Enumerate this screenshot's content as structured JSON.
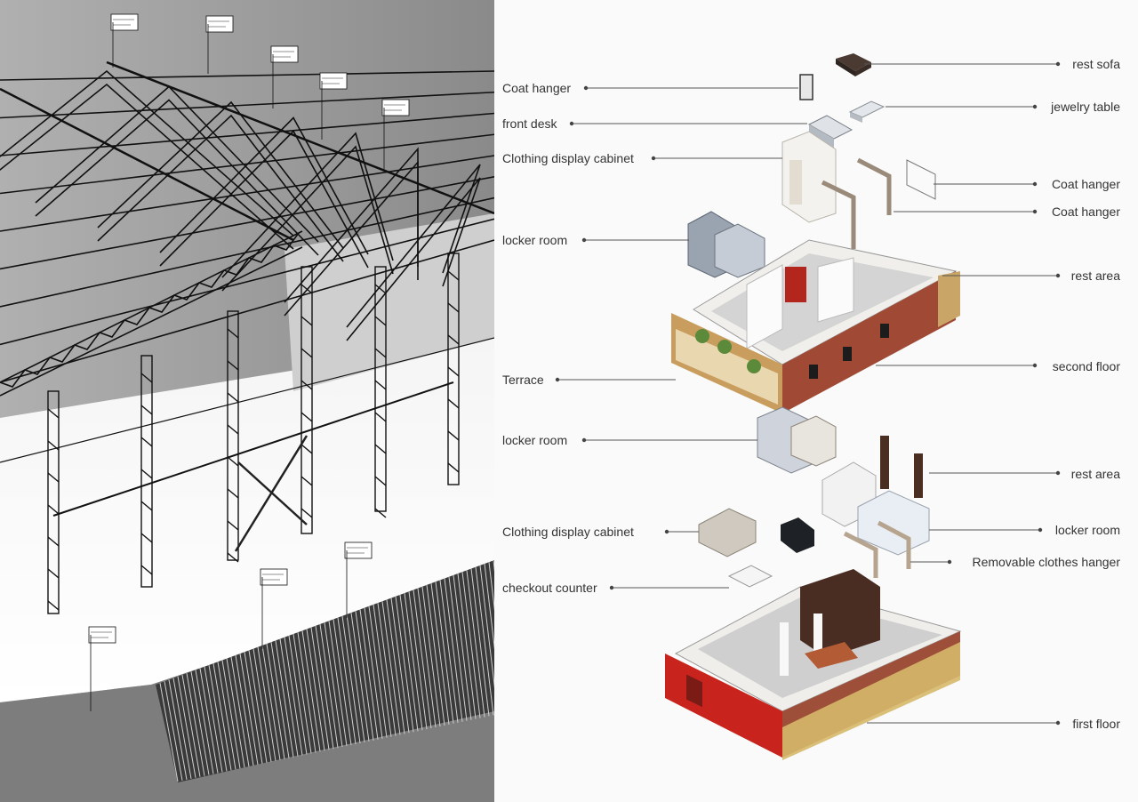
{
  "structure": {
    "tags": [
      "",
      "",
      "",
      "",
      "",
      "",
      "",
      ""
    ]
  },
  "labels": {
    "left": [
      {
        "id": "coat-hanger-top",
        "text": "Coat hanger"
      },
      {
        "id": "front-desk",
        "text": "front desk"
      },
      {
        "id": "clothing-display-cabinet-top",
        "text": "Clothing display cabinet"
      },
      {
        "id": "locker-room-top",
        "text": "locker room"
      },
      {
        "id": "terrace",
        "text": "Terrace"
      },
      {
        "id": "locker-room-mid",
        "text": "locker room"
      },
      {
        "id": "clothing-display-cabinet-bottom",
        "text": "Clothing display cabinet"
      },
      {
        "id": "checkout-counter",
        "text": "checkout counter"
      }
    ],
    "right": [
      {
        "id": "rest-sofa",
        "text": "rest sofa"
      },
      {
        "id": "jewelry-table",
        "text": "jewelry table"
      },
      {
        "id": "coat-hanger-right-1",
        "text": "Coat hanger"
      },
      {
        "id": "coat-hanger-right-2",
        "text": "Coat hanger"
      },
      {
        "id": "rest-area-top",
        "text": "rest area"
      },
      {
        "id": "second-floor",
        "text": "second floor"
      },
      {
        "id": "rest-area-bottom",
        "text": "rest area"
      },
      {
        "id": "locker-room-right",
        "text": "locker room"
      },
      {
        "id": "removable-clothes-hanger",
        "text": "Removable clothes hanger"
      },
      {
        "id": "first-floor",
        "text": "first floor"
      }
    ]
  },
  "colors": {
    "brick": "#a04a35",
    "brick_dark": "#7a3526",
    "red_facade": "#c8241d",
    "wall_white": "#f2f2f0",
    "floor_gray": "#c9c9c9",
    "yellow_wall": "#d6b86a",
    "steel_line": "#1a1a1a",
    "bg_gray": "#8c8c8c"
  }
}
